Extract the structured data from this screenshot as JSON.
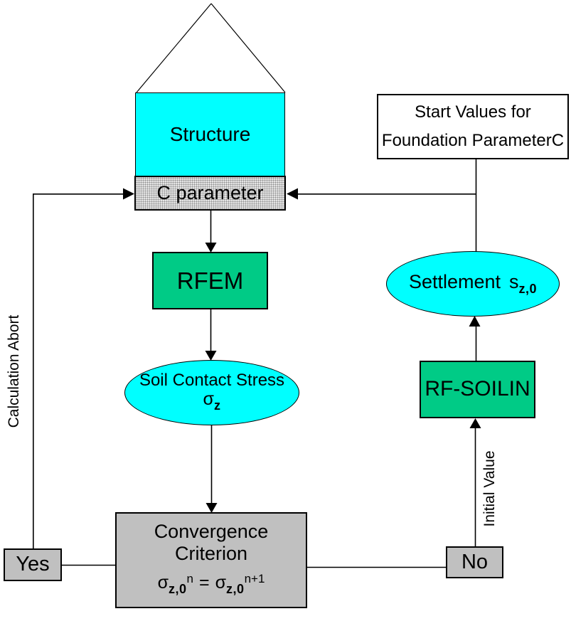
{
  "colors": {
    "cyan": "#00ffff",
    "green": "#00cb86",
    "gray": "#c0c0c0",
    "white": "#ffffff",
    "line": "#000000"
  },
  "nodes": {
    "structure": {
      "label": "Structure"
    },
    "c_parameter": {
      "label": "C parameter"
    },
    "rfem": {
      "label": "RFEM"
    },
    "soil_stress": {
      "line1": "Soil Contact Stress",
      "symbol": "σ",
      "subscript": "z"
    },
    "convergence": {
      "line1": "Convergence",
      "line2": "Criterion",
      "formula": {
        "sigma": "σ",
        "subscript": "z,0",
        "sup_left": "n",
        "equals": "=",
        "sup_right": "n+1"
      }
    },
    "yes": {
      "label": "Yes"
    },
    "no": {
      "label": "No"
    },
    "rf_soilin": {
      "label": "RF-SOILIN"
    },
    "settlement": {
      "label": "Settlement",
      "symbol": "s",
      "subscript": "z,0"
    },
    "start_values": {
      "line1": "Start Values for",
      "line2": "Foundation ParameterC"
    }
  },
  "edge_labels": {
    "calculation_abort": "Calculation Abort",
    "initial_value": "Initial Value"
  }
}
